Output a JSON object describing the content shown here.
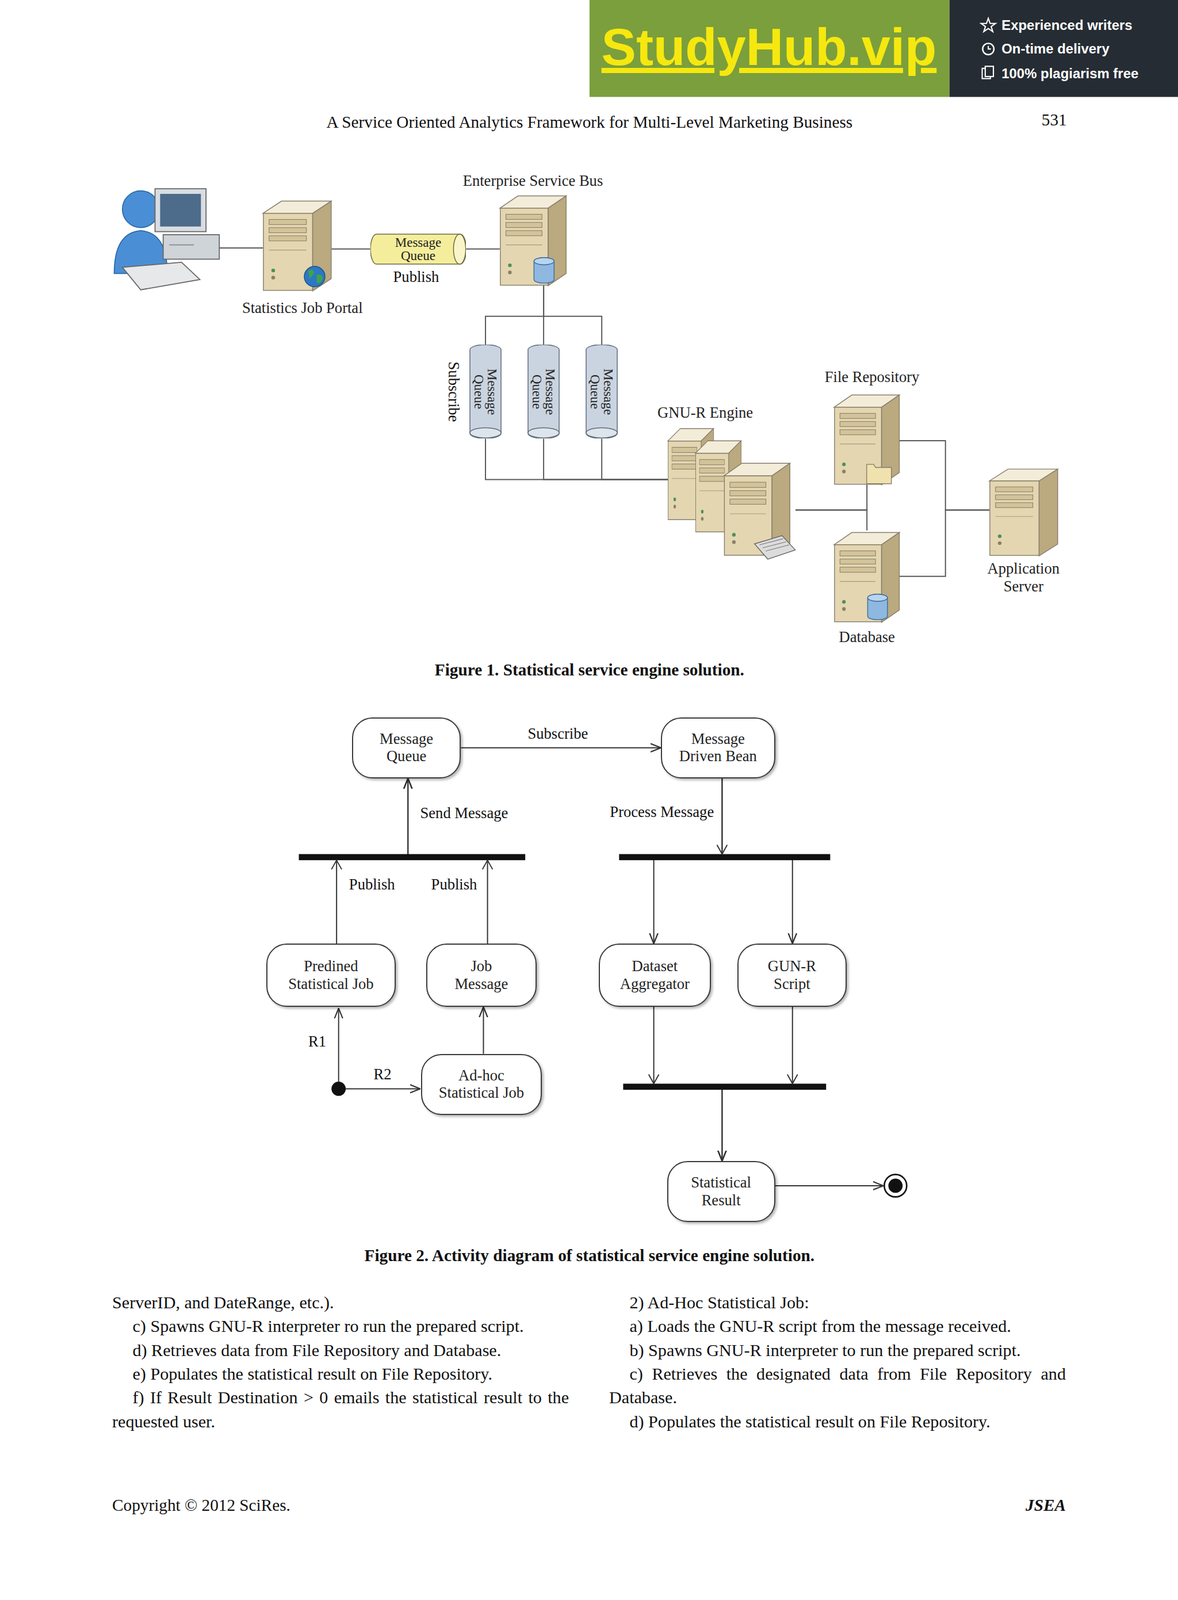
{
  "diagram": {
    "title": "A Service Oriented Analytics Framework for Multi-Level Marketing Business",
    "caption": "Figure 1. Statistical service engine solution.",
    "nodes": [
      {
        "text": [
          "Statistics Job Portal"
        ]
      },
      {
        "text": [
          "Message Queue"
        ]
      },
      {
        "text": [
          "Enterprise Service Bus"
        ]
      },
      {
        "text": [
          "Message Queue"
        ]
      },
      {
        "text": [
          "Message Queue"
        ]
      },
      {
        "text": [
          "Message Queue"
        ]
      },
      {
        "text": [
          "GNU-R Engine"
        ]
      },
      {
        "text": [
          "File Repository"
        ]
      },
      {
        "text": [
          "Database"
        ]
      },
      {
        "text": [
          "Application Server"
        ]
      },
      {
        "text": [
          "Message Queue"
        ]
      },
      {
        "text": [
          "Message Driven Bean"
        ]
      },
      {
        "text": [
          "Predined Statistical Job"
        ]
      },
      {
        "text": [
          "Job Message"
        ]
      },
      {
        "text": [
          "Dataset Aggregator"
        ]
      },
      {
        "text": [
          "GUN-R Script"
        ]
      },
      {
        "text": [
          "Ad-hoc Statistical Job"
        ]
      },
      {
        "text": [
          "Statistical Result"
        ]
      }
    ],
    "edges": [
      {
        "from": 0,
        "to": 1,
        "arrow": "none"
      },
      {
        "from": 1,
        "to": 2,
        "arrow": "none"
      },
      {
        "from": 2,
        "to": 3,
        "arrow": "none"
      },
      {
        "from": 2,
        "to": 4,
        "arrow": "none"
      },
      {
        "from": 2,
        "to": 5,
        "arrow": "none"
      },
      {
        "from": 3,
        "to": 6,
        "arrow": "none"
      },
      {
        "from": 4,
        "to": 6,
        "arrow": "none"
      },
      {
        "from": 5,
        "to": 6,
        "arrow": "none"
      },
      {
        "from": 6,
        "to": 7,
        "arrow": "none"
      },
      {
        "from": 6,
        "to": 8,
        "arrow": "none"
      },
      {
        "from": 7,
        "to": 9,
        "arrow": "none"
      },
      {
        "from": 8,
        "to": 9,
        "arrow": "none"
      },
      {
        "from": 12,
        "to": 10,
        "label": "Publish",
        "arrow": "to"
      },
      {
        "from": 13,
        "to": 10,
        "label": "Publish",
        "arrow": "to"
      },
      {
        "from": 10,
        "to": 11,
        "label": "Subscribe",
        "arrow": "to"
      },
      {
        "from": 11,
        "to": 14,
        "arrow": "to"
      },
      {
        "from": 11,
        "to": 15,
        "arrow": "to"
      },
      {
        "from": 16,
        "to": 13,
        "arrow": "to"
      },
      {
        "from": 14,
        "to": 17,
        "arrow": "to"
      },
      {
        "from": 15,
        "to": 17,
        "arrow": "to"
      }
    ],
    "labels": [
      "StudyHub.vip",
      "Experienced writers",
      "On-time delivery",
      "100% plagiarism free",
      "531",
      "Publish",
      "Subscribe",
      "Send Message",
      "Process Message",
      "R1",
      "R2",
      "Figure 2. Activity diagram of statistical service engine solution.",
      "ServerID, and DateRange, etc.).",
      "c) Spawns GNU-R interpreter ro run the prepared script.",
      "d) Retrieves data from File Repository and Database.",
      "e) Populates the statistical result on File Repository.",
      "f) If Result Destination > 0 emails the statistical result to the requested user.",
      "2) Ad-Hoc Statistical Job:",
      "a) Loads the GNU-R script from the message received.",
      "b) Spawns GNU-R interpreter to run the prepared script.",
      "c) Retrieves the designated data from File Repository and Database.",
      "d) Populates the statistical result on File Repository.",
      "Copyright © 2012 SciRes.",
      "JSEA"
    ]
  }
}
